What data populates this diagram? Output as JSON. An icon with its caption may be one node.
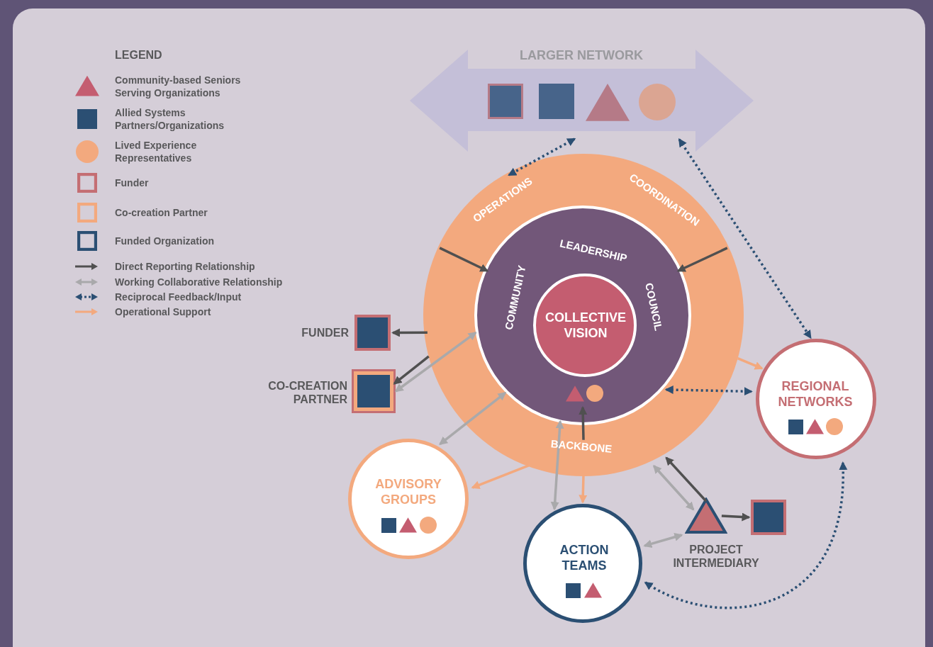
{
  "diagram": {
    "nodes": [
      {
        "text": [
          "LARGER NETWORK"
        ]
      },
      {
        "text": [
          "OPERATIONS",
          "COORDINATION",
          "BACKBONE"
        ]
      },
      {
        "text": [
          "COMMUNITY",
          "LEADERSHIP",
          "COUNCIL"
        ],
        "in": 1
      },
      {
        "text": [
          "COLLECTIVE VISION"
        ],
        "in": 2
      },
      {
        "text": [],
        "shape": "box",
        "beside": [
          "FUNDER"
        ]
      },
      {
        "text": [],
        "shape": "box",
        "beside": [
          "CO-CREATION PARTNER"
        ]
      },
      {
        "text": [
          "ADVISORY GROUPS"
        ]
      },
      {
        "text": [
          "ACTION TEAMS"
        ]
      },
      {
        "text": [],
        "shape": "triangle",
        "beside": [
          "PROJECT INTERMEDIARY"
        ]
      },
      {
        "text": [],
        "shape": "box"
      },
      {
        "text": [
          "REGIONAL NETWORKS"
        ]
      }
    ],
    "edges": [
      {
        "from": 0,
        "to": 1,
        "arrow": "both",
        "style": "dashed",
        "color": "#2b4f73"
      },
      {
        "from": 0,
        "to": 10,
        "arrow": "both",
        "style": "dashed",
        "color": "#2b4f73"
      },
      {
        "from": 1,
        "to": 2,
        "arrow": "to"
      },
      {
        "from": 1,
        "to": 2,
        "arrow": "to"
      },
      {
        "from": 1,
        "to": 4,
        "arrow": "to"
      },
      {
        "from": 2,
        "to": 5,
        "arrow": "both",
        "color": "#a9a9ab"
      },
      {
        "from": 1,
        "to": 5,
        "arrow": "to"
      },
      {
        "from": 1,
        "to": 6,
        "arrow": "to",
        "color": "#f3a97e"
      },
      {
        "from": 2,
        "to": 6,
        "arrow": "both",
        "color": "#a9a9ab"
      },
      {
        "from": 1,
        "to": 2,
        "arrow": "to"
      },
      {
        "from": 2,
        "to": 7,
        "arrow": "both",
        "color": "#a9a9ab"
      },
      {
        "from": 1,
        "to": 7,
        "arrow": "to",
        "color": "#f3a97e"
      },
      {
        "from": 1,
        "to": 10,
        "arrow": "to",
        "color": "#f3a97e"
      },
      {
        "from": 2,
        "to": 10,
        "arrow": "both",
        "style": "dashed",
        "color": "#2b4f73"
      },
      {
        "from": 8,
        "to": 1,
        "arrow": "to"
      },
      {
        "from": 1,
        "to": 8,
        "arrow": "both",
        "color": "#a9a9ab"
      },
      {
        "from": 7,
        "to": 8,
        "arrow": "both",
        "color": "#a9a9ab"
      },
      {
        "from": 8,
        "to": 9,
        "arrow": "to"
      },
      {
        "from": 7,
        "to": 10,
        "arrow": "both",
        "style": "dashed",
        "color": "#2b4f73"
      }
    ],
    "labels": [
      "LEGEND"
    ],
    "legend": [
      {
        "text": "Community-based Seniors Serving Organizations"
      },
      {
        "text": "Allied Systems Partners/Organizations"
      },
      {
        "text": "Lived Experience Representatives"
      },
      {
        "text": "Funder"
      },
      {
        "text": "Co-creation Partner"
      },
      {
        "text": "Funded Organization"
      },
      {
        "text": "Direct Reporting Relationship"
      },
      {
        "text": "Working Collaborative Relationship"
      },
      {
        "text": "Reciprocal Feedback/Input"
      },
      {
        "text": "Operational Support"
      }
    ]
  }
}
